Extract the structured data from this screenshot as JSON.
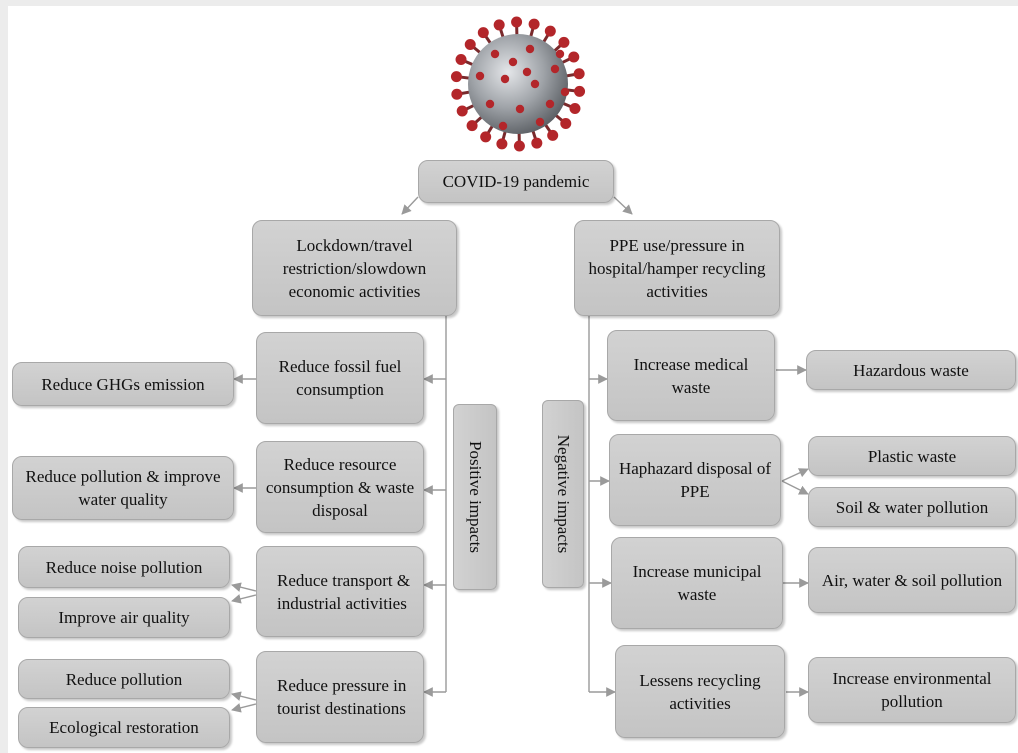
{
  "diagram": {
    "root": "COVID-19 pandemic",
    "branches": {
      "left": {
        "cause": "Lockdown/travel restriction/slowdown economic activities",
        "label": "Positive impacts",
        "effects": [
          {
            "effect": "Reduce fossil fuel consumption",
            "outcomes": [
              "Reduce GHGs emission"
            ]
          },
          {
            "effect": "Reduce resource consumption & waste disposal",
            "outcomes": [
              "Reduce pollution & improve water quality"
            ]
          },
          {
            "effect": "Reduce transport & industrial activities",
            "outcomes": [
              "Reduce noise pollution",
              "Improve air quality"
            ]
          },
          {
            "effect": "Reduce pressure in tourist destinations",
            "outcomes": [
              "Reduce pollution",
              "Ecological restoration"
            ]
          }
        ]
      },
      "right": {
        "cause": "PPE use/pressure in hospital/hamper recycling activities",
        "label": "Negative impacts",
        "effects": [
          {
            "effect": "Increase medical waste",
            "outcomes": [
              "Hazardous waste"
            ]
          },
          {
            "effect": "Haphazard disposal of PPE",
            "outcomes": [
              "Plastic waste",
              "Soil & water pollution"
            ]
          },
          {
            "effect": "Increase municipal waste",
            "outcomes": [
              "Air, water & soil pollution"
            ]
          },
          {
            "effect": "Lessens recycling activities",
            "outcomes": [
              "Increase environmental pollution"
            ]
          }
        ]
      }
    }
  },
  "colors": {
    "box_fill": "#c9c9c9",
    "box_border": "#a8a8a8",
    "arrow": "#9a9a9a",
    "virus_body": "#9fa3a8",
    "virus_spike": "#b3262a"
  },
  "icons": {
    "virus": "coronavirus-icon"
  }
}
